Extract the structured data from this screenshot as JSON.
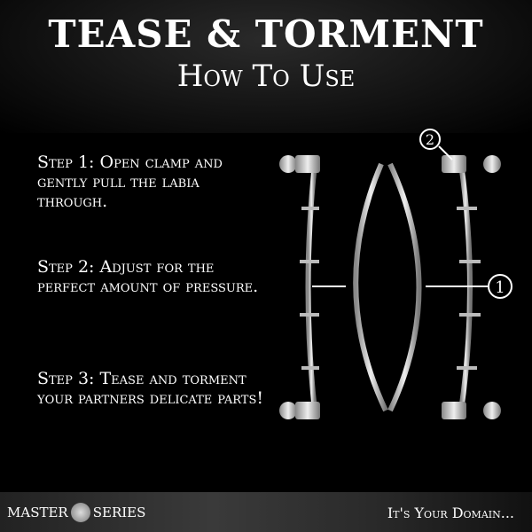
{
  "header": {
    "title": "TEASE & TORMENT",
    "subtitle": "How To Use"
  },
  "steps": [
    {
      "text": "Step 1: Open clamp and gently pull the labia through."
    },
    {
      "text": "Step 2: Adjust for the perfect amount of pressure."
    },
    {
      "text": "Step 3: Tease and torment your partners delicate parts!"
    }
  ],
  "callouts": [
    {
      "label": "1"
    },
    {
      "label": "2"
    }
  ],
  "footer": {
    "brand": "MASTER SERIES",
    "tagline": "It's Your Domain..."
  }
}
